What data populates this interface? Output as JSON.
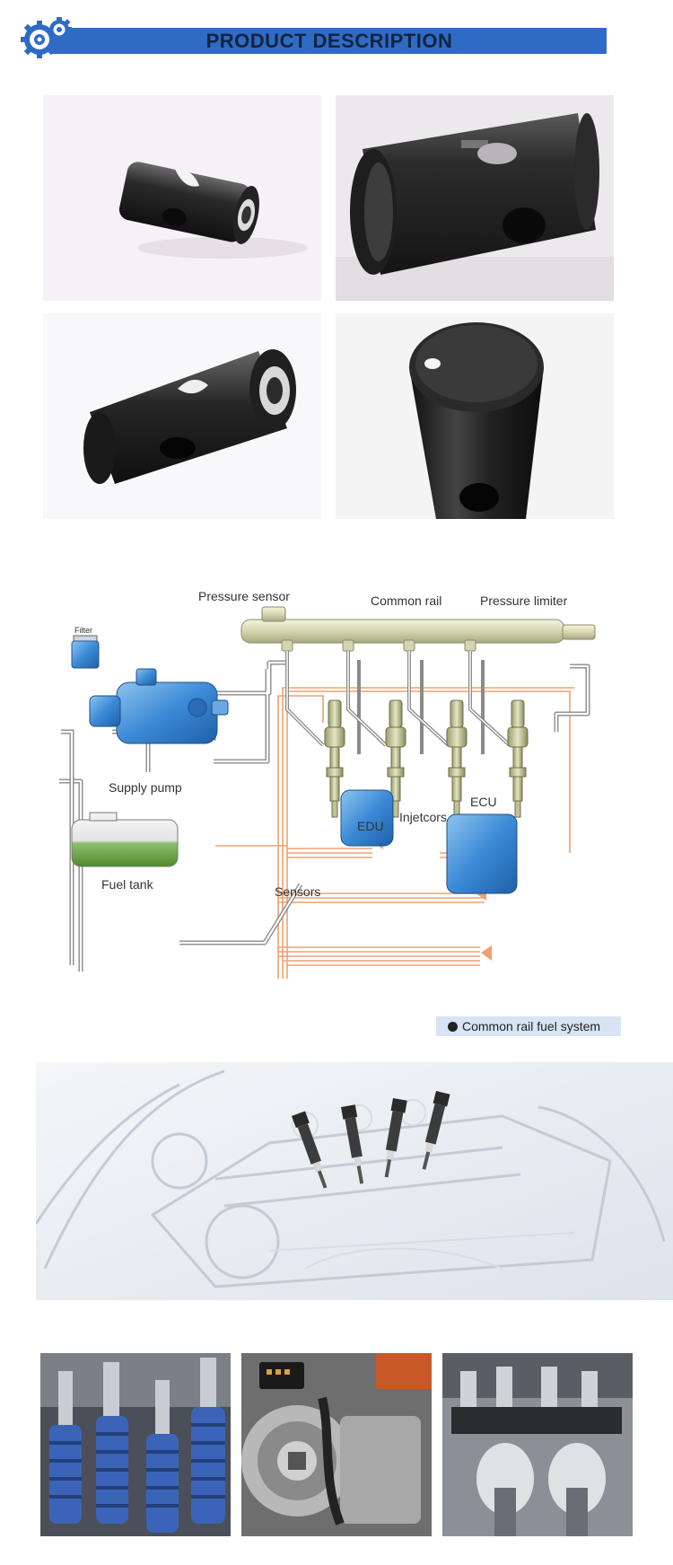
{
  "header": {
    "title": "PRODUCT DESCRIPTION",
    "logo_icon": "gears-icon",
    "bar_color": "#2f6bc5"
  },
  "product_photos": [
    {
      "icon": "black-sleeve-photo-small"
    },
    {
      "icon": "black-sleeve-photo-large"
    },
    {
      "icon": "black-sleeve-photo-angled"
    },
    {
      "icon": "black-sleeve-photo-top"
    }
  ],
  "diagram": {
    "labels": {
      "pressure_sensor": "Pressure sensor",
      "common_rail": "Common rail",
      "pressure_limiter": "Pressure limiter",
      "filter": "Filter",
      "supply_pump": "Supply pump",
      "injectors": "Injetcors",
      "edu": "EDU",
      "ecu": "ECU",
      "fuel_tank": "Fuel tank",
      "sensors": "Sensors"
    },
    "caption": "Common rail fuel system",
    "colors": {
      "module_blue": "#3c8ad6",
      "wire_orange": "#f0a070",
      "fuel_green": "#5a9a3a"
    }
  },
  "engine_image": {
    "icon": "engine-injectors-illustration"
  },
  "bottom_photos": [
    {
      "icon": "valve-springs-photo"
    },
    {
      "icon": "fuel-pump-photo"
    },
    {
      "icon": "engine-cutaway-photo"
    }
  ]
}
